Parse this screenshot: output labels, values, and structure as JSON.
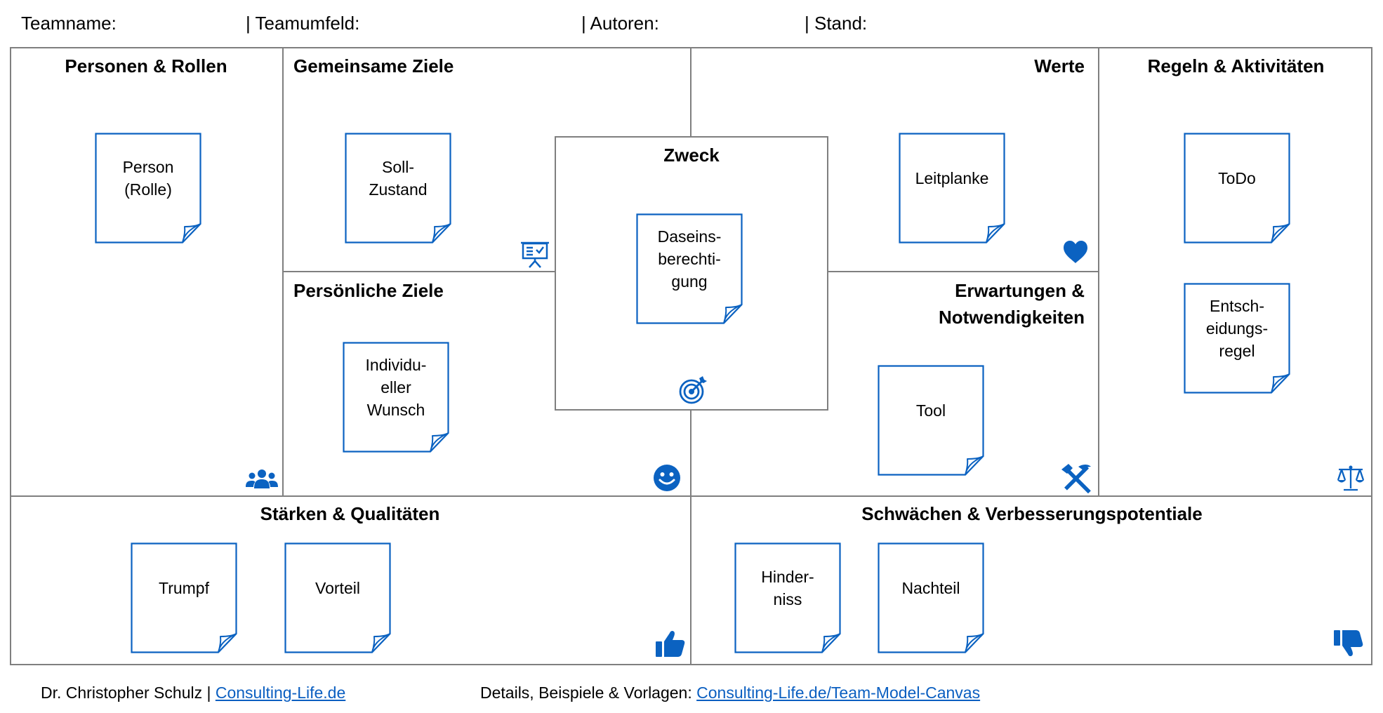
{
  "header": {
    "team_name_label": "Teamname:",
    "team_env_label": "| Teamumfeld:",
    "authors_label": "| Autoren:",
    "status_label": "| Stand:"
  },
  "sections": {
    "personen": {
      "title": "Personen & Rollen",
      "notes": [
        "Person\n(Rolle)"
      ],
      "icon": "people-icon"
    },
    "gemeinsame": {
      "title": "Gemeinsame Ziele",
      "notes": [
        "Soll-\nZustand"
      ],
      "icon": "presentation-board-icon"
    },
    "persoenliche": {
      "title": "Persönliche Ziele",
      "notes": [
        "Individu-\neller\nWunsch"
      ],
      "icon": "smiley-icon"
    },
    "zweck": {
      "title": "Zweck",
      "notes": [
        "Daseins-\nberechti-\ngung"
      ],
      "icon": "target-icon"
    },
    "werte": {
      "title": "Werte",
      "notes": [
        "Leitplanke"
      ],
      "icon": "heart-icon"
    },
    "erwartungen": {
      "title_line1": "Erwartungen &",
      "title_line2": "Notwendigkeiten",
      "notes": [
        "Tool"
      ],
      "icon": "hammer-pick-icon"
    },
    "regeln": {
      "title": "Regeln & Aktivitäten",
      "notes": [
        "ToDo",
        "Entsch-\neidungs-\nregel"
      ],
      "icon": "scales-icon"
    },
    "staerken": {
      "title": "Stärken & Qualitäten",
      "notes": [
        "Trumpf",
        "Vorteil"
      ],
      "icon": "thumbs-up-icon"
    },
    "schwaechen": {
      "title": "Schwächen & Verbesserungspotentiale",
      "notes": [
        "Hinder-\nniss",
        "Nachteil"
      ],
      "icon": "thumbs-down-icon"
    }
  },
  "footer": {
    "author": "Dr. Christopher Schulz | ",
    "author_link": "Consulting-Life.de",
    "details": "Details, Beispiele & Vorlagen: ",
    "details_link": "Consulting-Life.de/Team-Model-Canvas"
  },
  "colors": {
    "accent": "#0b62c1",
    "border": "#7f7f7f"
  }
}
